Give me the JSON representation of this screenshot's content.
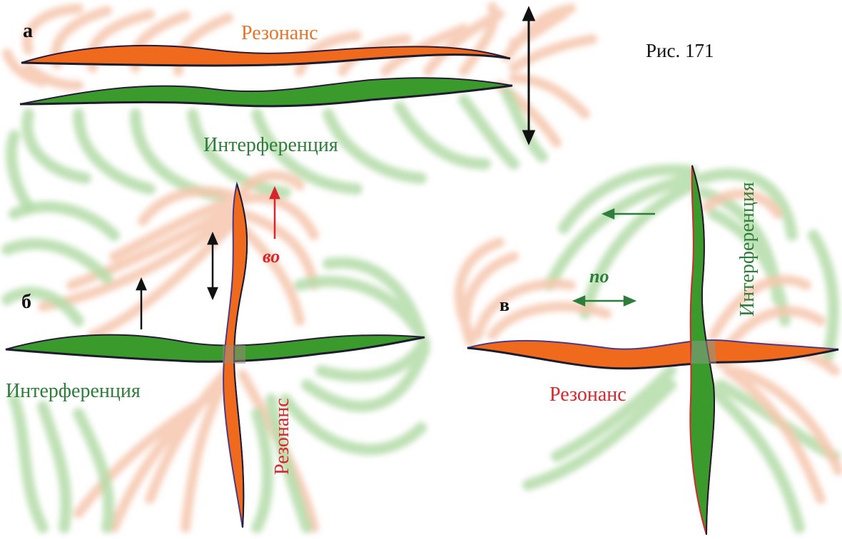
{
  "figure_label": "Рис. 171",
  "panels": {
    "a": {
      "letter": "а",
      "top_label": "Резонанс",
      "bottom_label": "Интерференция"
    },
    "b": {
      "letter": "б",
      "left_label": "Интерференция",
      "vertical_label": "Резонанс",
      "arrow_label": "во"
    },
    "v": {
      "letter": "в",
      "vertical_label": "Интерференция",
      "horizontal_label": "Резонанс",
      "arrow_label": "по"
    }
  },
  "colors": {
    "resonance": "#f06a1e",
    "interference": "#3a9a2c",
    "resonance_text": "#e8742a",
    "interference_text": "#2e7d3a",
    "red_text": "#d8262e",
    "field_orange": "#f6c7ae",
    "field_green": "#b4dcaa"
  }
}
